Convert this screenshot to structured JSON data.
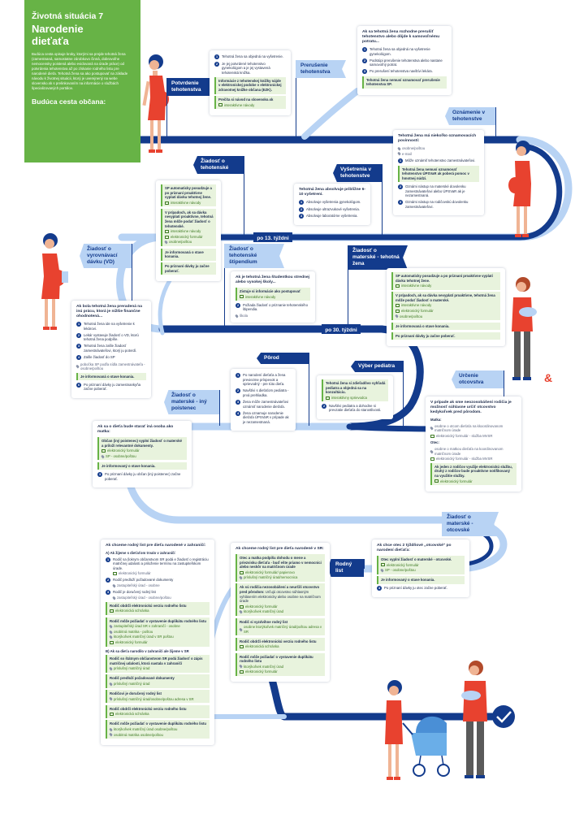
{
  "header": {
    "situation": "Životná situácia 7",
    "title_line1": "Narodenie",
    "title_line2": "dieťaťa",
    "intro": "Budúca cesta opisuje kroky, ktorými sa prejde tehotná žena (zamestnaná, samostatne zárobkovo činná, dobrovoľne nemocensky poistená alebo evidovaná na úrade práce) od potvrdenia tehotenstva až po získanie rodného listu pre narodené dieťa. Tehotná žena sa ako postupovať na základe návodu k životnej situácii, ktorý je uverejnený na webe slovensko.sk s prelinkovaním na informácie o službách špecializovaných portálov.",
    "journey": "Budúca cesta občana:"
  },
  "flags": {
    "potvrdenie": "Potvrdenie tehotenstva",
    "prerusenie": "Prerušenie tehotenstva",
    "oznamenie": "Oznámenie v tehotenstve",
    "ziadost_teh": "Žiadosť o tehotenské",
    "vysetrenia": "Vyšetrenia v tehotenstve",
    "vyrovnavaci": "Žiadosť o vyrovnávací dávku (VD)",
    "stipendium": "Žiadosť o tehotenské štipendium",
    "materske_teh": "Žiadosť o materské - tehotná žena",
    "porod": "Pôrod",
    "pediatr": "Výber pediatra",
    "otcovstvo": "Určenie otcovstva",
    "materske_iny": "Žiadosť o materské - iný poistenec",
    "materske_otc": "Žiadosť o materské - otcovské",
    "rodny_list": "Rodný list"
  },
  "road_labels": {
    "w13": "po 13. týždni",
    "w30": "po 30. týždni"
  },
  "cards": {
    "potvrdenie": {
      "items": [
        "Tehotná žena sa objedná na vyšetrenie.",
        "Je jej potvrdené tehotenstvo gynekológom a je jej vystavená tehotenská knižka."
      ],
      "g1": "Informácie z tehotenskej knižky nájde v elektronickej podobe v elektronickej zdravotnej knižke občana (EZK).",
      "g2": "Prečíta si návod na slovensko.sk",
      "g2l": "interaktívne návody"
    },
    "prerusenie": {
      "title": "Ak sa tehotná žena rozhodne prerušiť tehotenstvo alebo dôjde k samovoľnému potratu...",
      "items": [
        "Tehotná žena sa objedná na vyšetrenie gynekológom.",
        "Podstúpi prerušenie tehotenstva alebo nastane samovoľný potrat.",
        "Po prerušení tehotenstva navštívi lekára."
      ],
      "g": "Tehotná žena nemusí oznamovať prerušenie tehotenstva SP."
    },
    "oznamenie": {
      "title": "Tehotná žena má niekoľko oznamovacích povinností:",
      "b1": "osobne/poštou",
      "b2": "e-mail",
      "items": [
        "Môže oznámiť tehotenstvo zamestnávateľovi."
      ],
      "g": "Tehotná žena nemusí oznamovať tehotenstvo ÚPSVaR ak poberá pomoc v hmotnej núdzi.",
      "items2": [
        "Oznámi nástup na materské dovolenku zamestnávateľovi alebo ÚPSVaR ak je nezamestnaná.",
        "Oznámi nástup na rodičovskú dovolenku zamestnávateľovi."
      ]
    },
    "ziadost_teh": {
      "g1": "SP automaticky posudzuje a po priznaní proaktívne vyplatí dávku tehotnej žene.",
      "g1l": "interaktívne návody",
      "g2": "V prípadoch, ak sa dávka nevyplatí proaktívne, tehotná žena môže podať žiadosť o tehotenské.",
      "g2l": "interaktívne návody",
      "g2l2": "elektronický formulár",
      "g2l3": "osobne/poštou",
      "g3": "Je informovaná o stave konania.",
      "g4": "Po priznaní dávky ju začne poberať."
    },
    "vysetrenia": {
      "title": "Tehotná žena absolvuje približne 6-10 vyšetrení.",
      "items": [
        "Absolvuje vyšetrenia gynekológom.",
        "Absolvuje ultrazvukové vyšetrenia.",
        "Absolvuje laboratórne vyšetrenia."
      ]
    },
    "stipendium": {
      "title": "Ak je tehotná žena študentkou strednej alebo vysokej školy...",
      "g": "Zistuje si informácie ako postupovať",
      "gl": "interaktívne návody",
      "items": [
        "Požiada žiadosť o priznanie tehotenského štipendia."
      ],
      "place": "škola"
    },
    "vyrovnavaci": {
      "title": "Ak bola tehotná žena preradená na inú prácu, ktorá je nižšie finančne ohodnotená...",
      "items": [
        "Tehotná žena ide na vyšetrenie k lekárovi.",
        "Lekár vystavuje žiadosť o VD, ktorú tehotná žena podpíše.",
        "Tehotná žena zašle žiadosť zamestnávateľovi, ktorý ju potvrdí.",
        "Zašle žiadosť do SP"
      ],
      "place": "pobočka SP podľa sídla zamestnávateľa - osobne/poštou",
      "g": "Je informovaná o stave konania.",
      "last": "Po priznaní dávky ju zamestnankyňa začne poberať."
    },
    "materske_teh": {
      "g1": "SP automaticky posudzuje a po priznaní proaktívne vyplatí dávku tehotnej žene.",
      "g1l": "interaktívne návody",
      "g2": "V prípadoch, ak sa dávka nevyplatí proaktívne, tehotná žena môže podať žiadosť o materské.",
      "g2l": "interaktívne návody",
      "g2l2": "elektronický formulár",
      "g2l3": "osobne/poštou",
      "g3": "Je informovaná o stave konania.",
      "g4": "Po priznaní dávky ju začne poberať."
    },
    "porod": {
      "items": [
        "Po narodení dieťaťa a žena previezme príspevok a sprievodný - pre túto dieťa.",
        "Navštívi s dieťaťom pediatra - prvá prehliadka.",
        "Žena môže zamestnávateľovi oznámiť narodenie dieťaťa.",
        "Žena oznamuje narodenie dieťaťa ÚPSVaR v prípade ak je nezamestnaná."
      ]
    },
    "pediatr": {
      "g": "Tehotná žena si zdieľadôvo vyhľadá pediatra a objedná sa na konzultáciu.",
      "gl": "interaktívny sprievodca",
      "items": [
        "Navštívi pediatra a dohodne si prevzatie dieťaťa do starostlivosti."
      ]
    },
    "otcovstvo": {
      "title": "V prípade ak sme neozosobášení rodičia je možnosť súhlasne určiť otcovstvo kedykoľvek pred pôrodom.",
      "s1": "Matka:",
      "m1": "osobne o otcom dieťaťa na kkoordinovanom matričnom úrade",
      "m2": "elektronický formulár - služba MVSR",
      "s2": "Otec:",
      "o1": "osobne o matkou dieťaťa na koordinovanom matričnom úrade",
      "o2": "elektronický formulár - služba MVSR",
      "g": "Ak jeden z rodičov využije elektronickú službu, druhý z rodičov bude proaktívne notifikovaný na využitie služby.",
      "gl": "elektronický formulár"
    },
    "materske_iny": {
      "title": "Ak sa o dieťa bude starať iná osoba ako matka:",
      "g1": "Občan (iný poistenec) vyplní žiadosť o materské a priloží relevantné dokumenty.",
      "g1l": "elektronický formulár",
      "g1l2": "SP - osobne/poštou",
      "g2": "Je informovaný o stave konania.",
      "last": "Po priznaní dávky ju občan (iný poistenec) začne poberať."
    },
    "materske_otc": {
      "title": "Ak chce otec 2 týždňové „otcovské\" po narodení dieťaťa:",
      "g1": "Otec vyplní žiadosť o materské - otcovské.",
      "g1l": "elektronický formulár",
      "g1l2": "SP - osobne/poštou",
      "g2": "Je informovaný o stave konania.",
      "last": "Po priznaní dávky ju otec začne poberať."
    },
    "rl_zahranici": {
      "title": "Ak chceme rodný list pre dieťa narodené v zahraničí:",
      "subA": "A) Ak žijeme s dieťaťom trvalo v zahraničí",
      "a1": "Rodič sa (lokrym občanstvom SR podá e žiadosť o registráciu matričnej udalosti a priloženie termínu na zastupiteľskom úrade.",
      "a1l": "elektronický formulár",
      "a2": "Rodič predloží požadované dokumenty",
      "a2l": "zastupiteľský úrad - osobne",
      "a3": "Rodič je doručený rodný list",
      "a3l": "zastupiteľský úrad - osobne/poštou",
      "a4": "Rodič obdrží elektronickú verziu rodného listu",
      "a4l": "elektronická schránka",
      "a5": "Rodič môže požiadať o vystavenie duplikátu rodného listu",
      "a5l1": "zastupiteľský úrad SR v zahraničí - osobne",
      "a5l2": "osobitná matrika - poštou",
      "a5l3": "ktorýkoľvek matričný úrad v SR poštou",
      "a5l4": "elektronický formulár",
      "subB": "B) Ak sa dieťa narodilo v zahraničí ale žijeme v SR",
      "b1": "Rodič so štátnym občianstvom SR podá žiadosť o zápis matričnej udalosti, ktorá nastala v zahraničí",
      "b1l": "príslušný matričný úrad",
      "b2": "Rodič predloží požadované dokumenty",
      "b2l": "príslušný matričný úrad",
      "b3": "Rodičovi je doručený rodný list",
      "b3l": "príslušný matričný úrad/osobne/poštou adresa v SR",
      "b4": "Rodič obdrží elektronickú verziu rodného listu",
      "b4l": "elektronická schránka",
      "b5": "Rodič môže požiadať o vystavenie duplikátu rodného listu",
      "b5l1": "ktorýkoľvek matričný úrad osobne/poštou",
      "b5l2": "osobitná matrika osobne/poštou"
    },
    "rl_sr": {
      "title": "Ak chceme rodný list pre dieťa narodené v SR:",
      "g1": "Otec a matka podpíšu dohodu o mene a priezvisku dieťaťa - buď ešte priamo v nemocnici alebo neskôr na matričnom úrade",
      "g1l": "elektronický formulár/ papierovo",
      "g1l2": "príslušný matričný úrad/nemocnica",
      "g2": "Ak sú rodičia nezosobášení a neurčili otcovstvo pred pôrodom:",
      "g2b": "Určujú otcovstvo súhlasným vyhlásením elektronicky alebo osobne na matričnom úrade",
      "g2l": "elektronický formulár",
      "g2l2": "ktorýkoľvek matričný úrad",
      "g3": "Rodič si vyzdvihne rodný list",
      "g3l": "osobne ktorýkoľvek matričný úrad/poštou adresa v SR",
      "g4": "Rodič obdrží elektronickú verziu rodného listu",
      "g4l": "elektronická schránka",
      "g5": "Rodič môže požiadať o vystavenie duplikátu rodného listu",
      "g5l": "ktorýkoľvek matričný úrad",
      "g5l2": "elektronický formulár"
    }
  },
  "colors": {
    "navy": "#133b8c",
    "light_blue": "#b8d3f4",
    "green": "#67b346",
    "green_bg": "#e8f3dd",
    "red": "#e8422f",
    "skin": "#f0b494"
  }
}
